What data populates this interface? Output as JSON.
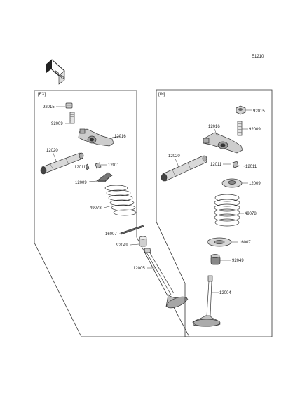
{
  "diagram_code": "E1210",
  "front_badge": "FRONT",
  "panels": {
    "ex": {
      "header": "[EX]",
      "labels": {
        "p92015": "92015",
        "p92009": "92009",
        "p12016": "12016",
        "p12020": "12020",
        "p12011a": "12011",
        "p12011b": "12011",
        "p12009": "12009",
        "p49078": "49078",
        "p16007": "16007",
        "p92049": "92049",
        "p12005": "12005"
      }
    },
    "in": {
      "header": "[IN]",
      "labels": {
        "p92015": "92015",
        "p12016": "12016",
        "p92009": "92009",
        "p12020": "12020",
        "p12011a": "12011",
        "p12011b": "12011",
        "p12009": "12009",
        "p49078": "49078",
        "p16007": "16007",
        "p92049": "92049",
        "p12004": "12004"
      }
    }
  }
}
